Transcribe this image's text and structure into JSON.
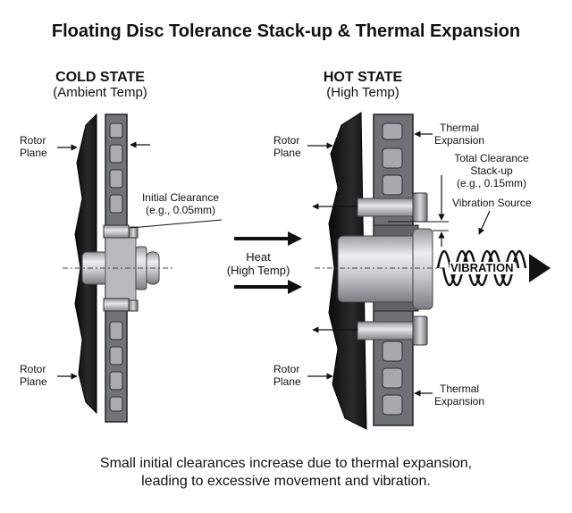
{
  "title": "Floating Disc Tolerance Stack-up & Thermal Expansion",
  "cold": {
    "heading": "COLD STATE",
    "subheading": "(Ambient Temp)",
    "rotor_plane_top": [
      "Rotor",
      "Plane"
    ],
    "rotor_plane_bottom": [
      "Rotor",
      "Plane"
    ],
    "clearance_label": [
      "Initial Clearance",
      "(e.g., 0.05mm)"
    ]
  },
  "heat": {
    "label": [
      "Heat",
      "(High Temp)"
    ]
  },
  "hot": {
    "heading": "HOT STATE",
    "subheading": "(High Temp)",
    "rotor_plane_top": [
      "Rotor",
      "Plane"
    ],
    "rotor_plane_bottom": [
      "Rotor",
      "Plane"
    ],
    "thermal_top": [
      "Thermal",
      "Expansion"
    ],
    "thermal_bottom": [
      "Thermal",
      "Expansion"
    ],
    "stackup_label": [
      "Total Clearance",
      "Stack-up",
      "(e.g., 0.15mm)"
    ],
    "vibration_source": "Vibration Source",
    "vibration_word": "VIBRATION"
  },
  "caption": [
    "Small initial clearances increase due to thermal expansion,",
    "leading to excessive movement and vibration."
  ],
  "colors": {
    "rotor_black": "#111111",
    "carrier_gray": "#6e7276",
    "metal_light": "#d4d6da",
    "metal_dark": "#8b8e94",
    "axis_dash": "#444444"
  }
}
